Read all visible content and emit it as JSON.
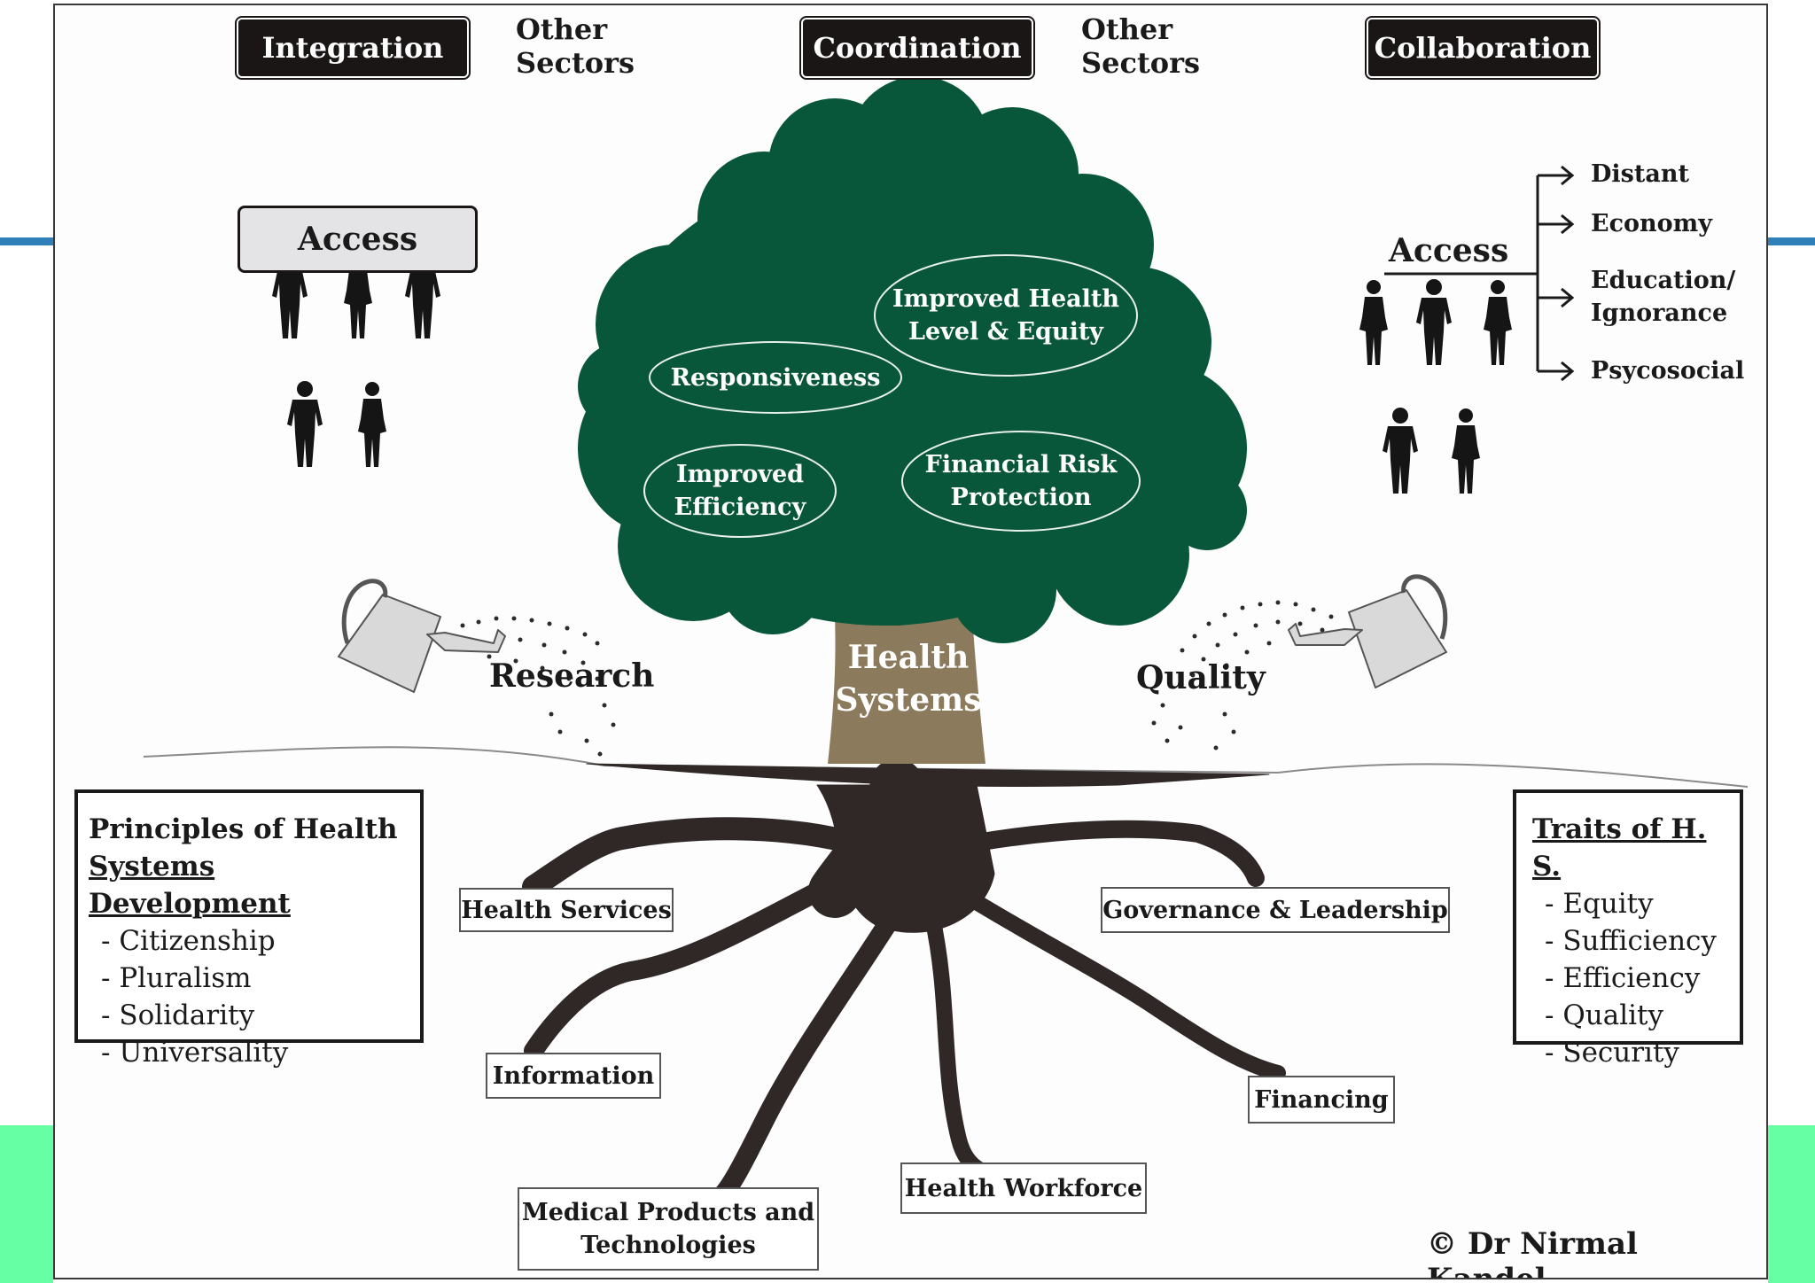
{
  "top_bar": {
    "integration": "Integration",
    "other_sectors_1": "Other Sectors",
    "coordination": "Coordination",
    "other_sectors_2": "Other Sectors",
    "collaboration": "Collaboration"
  },
  "left_access": {
    "label": "Access"
  },
  "right_access": {
    "label": "Access",
    "items": [
      "Distant",
      "Economy",
      "Education/\nIgnorance",
      "Psycosocial"
    ]
  },
  "canopy": {
    "improved_health": "Improved Health\nLevel & Equity",
    "responsiveness": "Responsiveness",
    "improved_efficiency": "Improved\nEfficiency",
    "financial_risk": "Financial Risk\nProtection"
  },
  "trunk": {
    "label": "Health\nSystems"
  },
  "watering": {
    "left": "Research",
    "right": "Quality"
  },
  "roots": {
    "health_services": "Health Services",
    "governance": "Governance & Leadership",
    "information": "Information",
    "financing": "Financing",
    "medical_products": "Medical Products and\nTechnologies",
    "health_workforce": "Health Workforce"
  },
  "principles": {
    "title_line1": "Principles of Health",
    "title_line2": "Systems Development",
    "items": [
      "- Citizenship",
      "- Pluralism",
      "- Solidarity",
      "- Universality"
    ]
  },
  "traits": {
    "title": "Traits of H. S.",
    "items": [
      "- Equity",
      "- Sufficiency",
      "- Efficiency",
      "- Quality",
      "- Security"
    ]
  },
  "copyright": "© Dr Nirmal Kandel",
  "colors": {
    "canopy": "#08573a",
    "trunk": "#8c7a5c",
    "roots": "#2f2826",
    "accent_line": "#2f80b8",
    "accent_green": "#66ffa3"
  },
  "icons": [
    "person-silhouette-icon",
    "watering-can-icon",
    "arrow-right-icon"
  ]
}
